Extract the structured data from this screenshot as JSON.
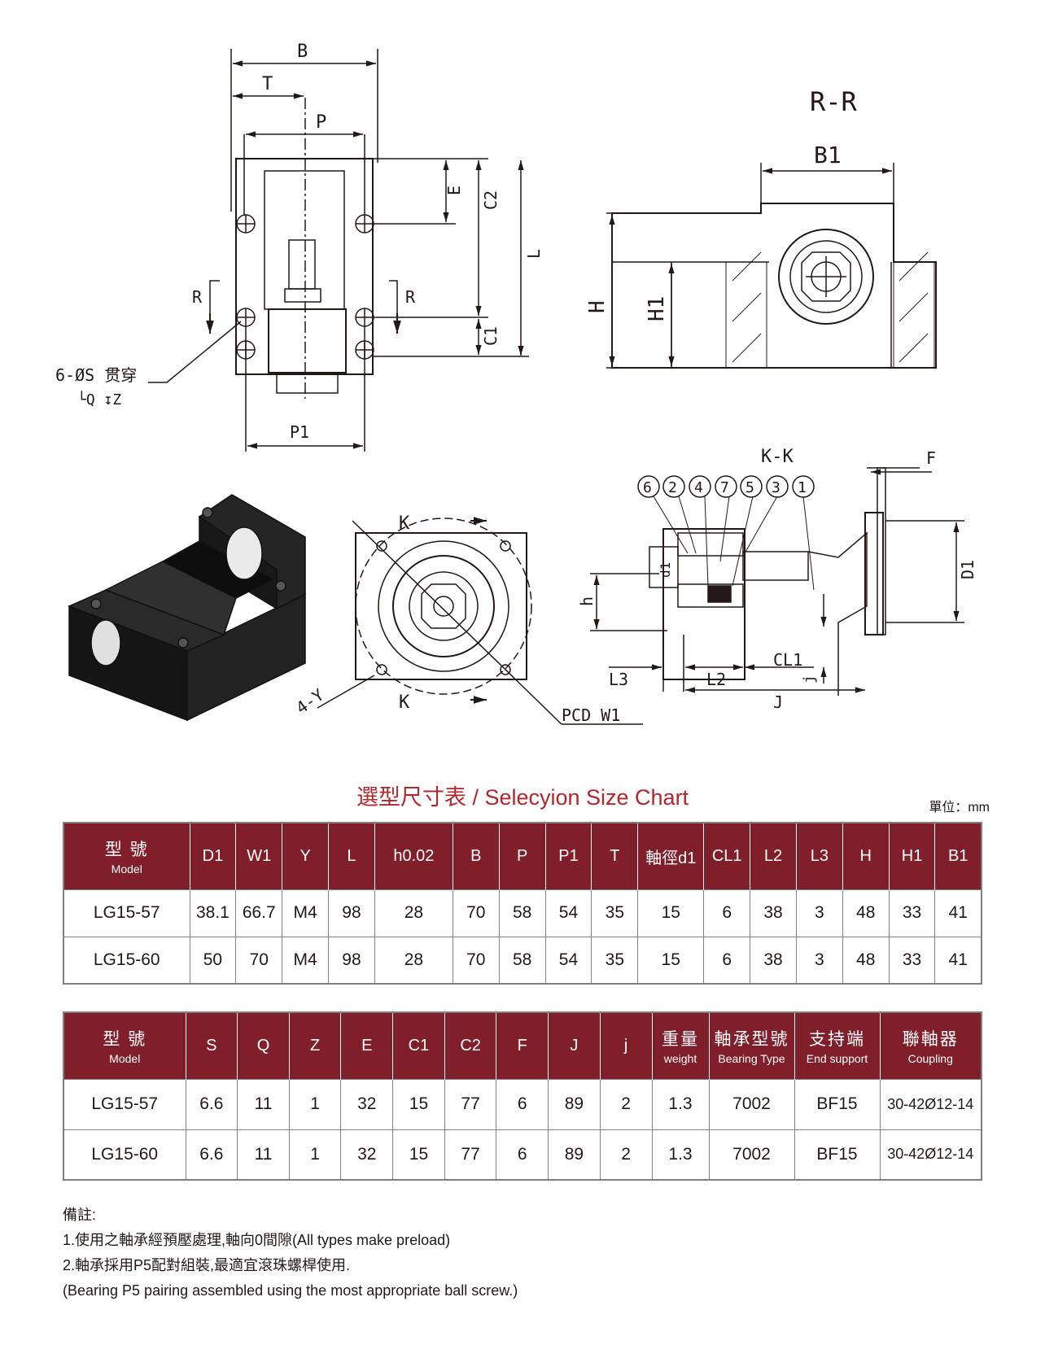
{
  "drawing_labels": {
    "top_view": {
      "B": "B",
      "T": "T",
      "P": "P",
      "E": "E",
      "C2": "C2",
      "L": "L",
      "R_left": "R",
      "R_right": "R",
      "C1": "C1",
      "P1": "P1",
      "hole_note": "6-ØS 贯穿",
      "hole_sub": "└Q ↧Z"
    },
    "section_rr": {
      "title": "R-R",
      "B1": "B1",
      "H": "H",
      "H1": "H1"
    },
    "front_view": {
      "K_top": "K",
      "K_bottom": "K",
      "Y": "4-Y",
      "PCD": "PCD W1"
    },
    "section_kk": {
      "title": "K-K",
      "F": "F",
      "D1": "D1",
      "d1": "d1",
      "h": "h",
      "L3": "L3",
      "L2": "L2",
      "CL1": "CL1",
      "J": "J",
      "j": "j",
      "balloons": [
        "6",
        "2",
        "4",
        "7",
        "5",
        "3",
        "1"
      ]
    }
  },
  "title": "選型尺寸表 / Selecyion Size Chart",
  "unit": "單位：mm",
  "table1": {
    "model_cn": "型  號",
    "model_en": "Model",
    "headers": [
      "D1",
      "W1",
      "Y",
      "L",
      "h0.02",
      "B",
      "P",
      "P1",
      "T",
      "軸徑d1",
      "CL1",
      "L2",
      "L3",
      "H",
      "H1",
      "B1"
    ],
    "rows": [
      [
        "LG15-57",
        "38.1",
        "66.7",
        "M4",
        "98",
        "28",
        "70",
        "58",
        "54",
        "35",
        "15",
        "6",
        "38",
        "3",
        "48",
        "33",
        "41"
      ],
      [
        "LG15-60",
        "50",
        "70",
        "M4",
        "98",
        "28",
        "70",
        "58",
        "54",
        "35",
        "15",
        "6",
        "38",
        "3",
        "48",
        "33",
        "41"
      ]
    ]
  },
  "table2": {
    "model_cn": "型  號",
    "model_en": "Model",
    "headers": [
      "S",
      "Q",
      "Z",
      "E",
      "C1",
      "C2",
      "F",
      "J",
      "j"
    ],
    "headers_bilingual": [
      {
        "cn": "重量",
        "en": "weight"
      },
      {
        "cn": "軸承型號",
        "en": "Bearing Type"
      },
      {
        "cn": "支持端",
        "en": "End support"
      },
      {
        "cn": "聯軸器",
        "en": "Coupling"
      }
    ],
    "rows": [
      [
        "LG15-57",
        "6.6",
        "11",
        "1",
        "32",
        "15",
        "77",
        "6",
        "89",
        "2",
        "1.3",
        "7002",
        "BF15",
        "30-42Ø12-14"
      ],
      [
        "LG15-60",
        "6.6",
        "11",
        "1",
        "32",
        "15",
        "77",
        "6",
        "89",
        "2",
        "1.3",
        "7002",
        "BF15",
        "30-42Ø12-14"
      ]
    ]
  },
  "notes": {
    "heading": "備註:",
    "line1": "1.使用之軸承經預壓處理,軸向0間隙(All types make preload)",
    "line2": "2.軸承採用P5配對組裝,最適宜滾珠螺桿使用.",
    "line3": "(Bearing P5 pairing assembled using the most appropriate ball screw.)"
  }
}
